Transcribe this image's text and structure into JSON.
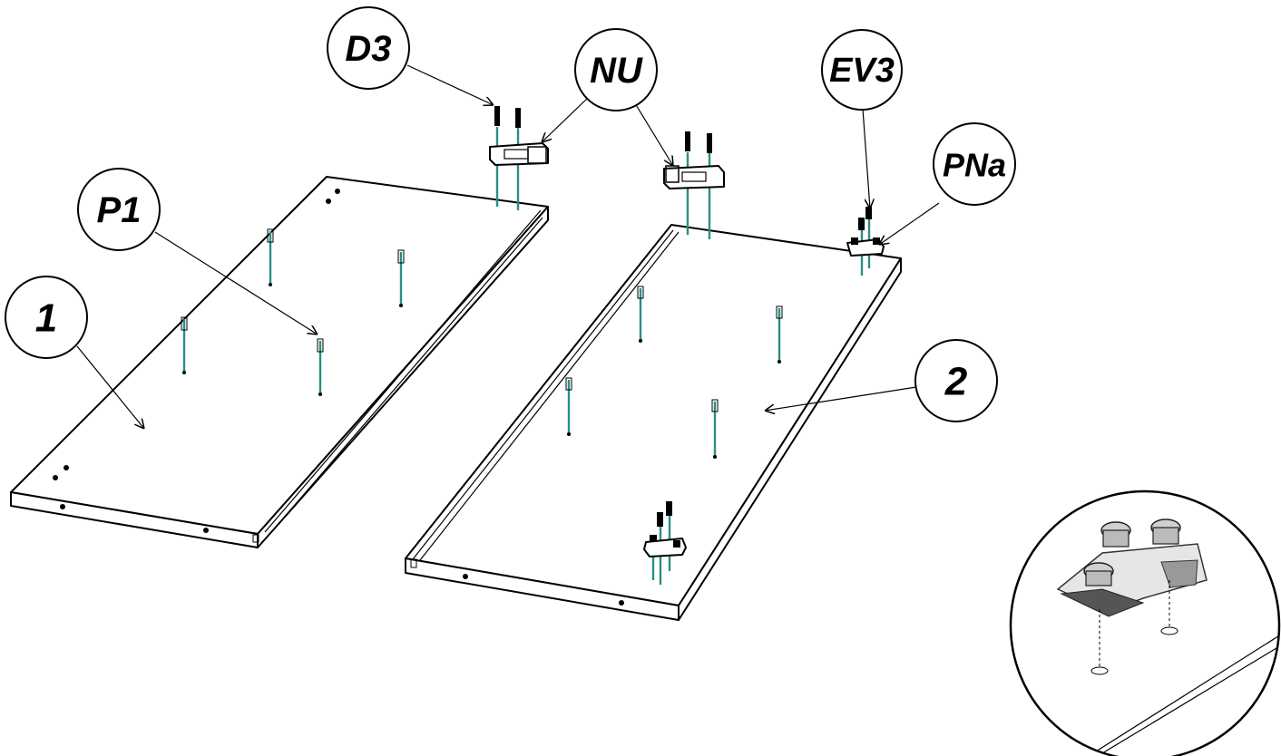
{
  "callouts": {
    "d3": "D3",
    "nu": "NU",
    "ev3": "EV3",
    "pna": "PNa",
    "p1": "P1",
    "part1": "1",
    "part2": "2"
  },
  "colors": {
    "dowel": "#2a8f86",
    "line": "#000000",
    "background": "#ffffff"
  }
}
